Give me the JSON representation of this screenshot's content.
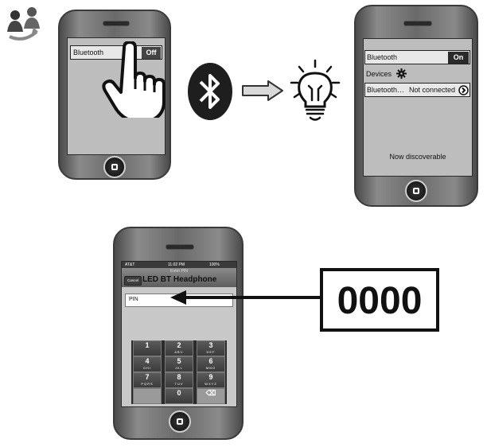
{
  "phone1": {
    "row_label": "Bluetooth",
    "toggle_label": "Off"
  },
  "phone2": {
    "bluetooth_label": "Bluetooth",
    "toggle_label": "On",
    "devices_label": "Devices",
    "device_name": "Bluetooth…",
    "device_status": "Not connected",
    "discoverable_text": "Now discoverable"
  },
  "phone3": {
    "status_carrier": "AT&T",
    "status_time": "11:02 PM",
    "status_battery": "100%",
    "nav_small_title": "Enter PIN",
    "cancel_label": "Cancel",
    "device_title": "LED BT Headphone",
    "pin_label": "PIN",
    "keys": [
      {
        "n": "1",
        "l": ""
      },
      {
        "n": "2",
        "l": "ABC"
      },
      {
        "n": "3",
        "l": "DEF"
      },
      {
        "n": "4",
        "l": "GHI"
      },
      {
        "n": "5",
        "l": "JKL"
      },
      {
        "n": "6",
        "l": "MNO"
      },
      {
        "n": "7",
        "l": "PQRS"
      },
      {
        "n": "8",
        "l": "TUV"
      },
      {
        "n": "9",
        "l": "WXYZ"
      },
      {
        "n": "",
        "l": ""
      },
      {
        "n": "0",
        "l": ""
      },
      {
        "n": "⌫",
        "l": ""
      }
    ]
  },
  "pin_code": "0000",
  "icons": [
    "people-icon",
    "hand-pointer-icon",
    "bluetooth-icon",
    "arrow-right-icon",
    "lightbulb-icon",
    "gear-icon",
    "chevron-right-icon",
    "arrow-left-icon"
  ]
}
